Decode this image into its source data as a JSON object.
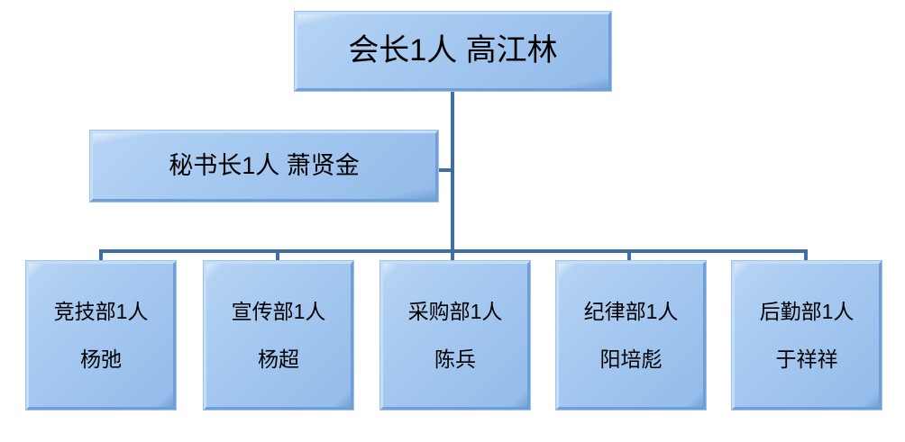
{
  "chart_title": "",
  "theme": {
    "box_fill_light": "#b6d4f4",
    "box_fill_dark": "#93bbea",
    "box_bevel_light": "#c4defa",
    "box_bevel_dark": "#6f9fd4",
    "connector_color": "#3d6fa5",
    "text_color": "#000000",
    "background": "#ffffff"
  },
  "org_chart": {
    "type": "org-chart",
    "root": {
      "id": "president",
      "title": "会长1人",
      "name": "高江林",
      "label": "会长1人 高江林"
    },
    "assistant": {
      "id": "secretary-general",
      "title": "秘书长1人",
      "name": "萧贤金",
      "label": "秘书长1人 萧贤金"
    },
    "departments": [
      {
        "id": "competition-dept",
        "title": "竞技部1人",
        "name": "杨弛"
      },
      {
        "id": "publicity-dept",
        "title": "宣传部1人",
        "name": "杨超"
      },
      {
        "id": "purchasing-dept",
        "title": "采购部1人",
        "name": "陈兵"
      },
      {
        "id": "discipline-dept",
        "title": "纪律部1人",
        "name": "阳培彪"
      },
      {
        "id": "logistics-dept",
        "title": "后勤部1人",
        "name": "于祥祥"
      }
    ]
  }
}
